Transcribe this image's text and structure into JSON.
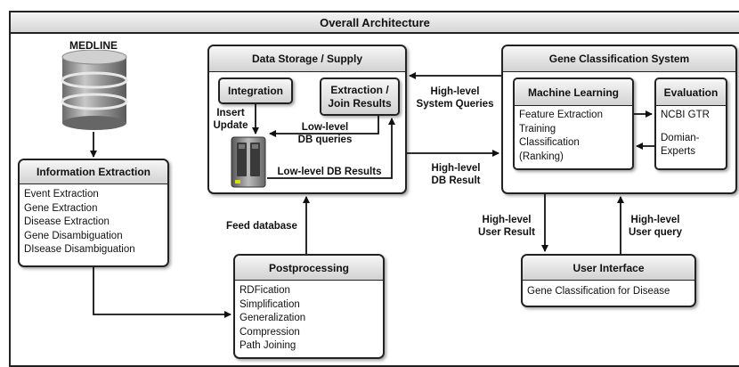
{
  "title": "Overall Architecture",
  "medline": "MEDLINE",
  "info_extraction": {
    "title": "Information Extraction",
    "items": [
      "Event Extraction",
      "Gene Extraction",
      "Disease Extraction",
      "Gene Disambiguation",
      "DIsease Disambiguation"
    ]
  },
  "data_storage": {
    "title": "Data Storage / Supply",
    "integration": "Integration",
    "extraction_join": [
      "Extraction /",
      "Join Results"
    ],
    "insert_update": [
      "Insert",
      "Update"
    ],
    "low_level_queries": [
      "Low-level",
      "DB queries"
    ],
    "low_level_results": "Low-level DB Results"
  },
  "gene_classification": {
    "title": "Gene Classification System",
    "ml_title": "Machine Learning",
    "ml_items": [
      "Feature Extraction",
      "Training",
      "Classification",
      "(Ranking)"
    ],
    "eval_title": "Evaluation",
    "eval_items": [
      "NCBI GTR",
      "Domian-",
      "Experts"
    ]
  },
  "postprocessing": {
    "title": "Postprocessing",
    "items": [
      "RDFication",
      "Simplification",
      "Generalization",
      "Compression",
      "Path Joining"
    ]
  },
  "user_interface": {
    "title": "User Interface",
    "items": [
      "Gene Classification for Disease"
    ]
  },
  "labels": {
    "high_level_system_queries": [
      "High-level",
      "System Queries"
    ],
    "high_level_db_result": [
      "High-level",
      "DB Result"
    ],
    "high_level_user_result": [
      "High-level",
      "User Result"
    ],
    "high_level_user_query": [
      "High-level",
      "User query"
    ],
    "feed_database": "Feed database"
  },
  "icons": [
    "database-cylinder-icon",
    "server-icon"
  ]
}
